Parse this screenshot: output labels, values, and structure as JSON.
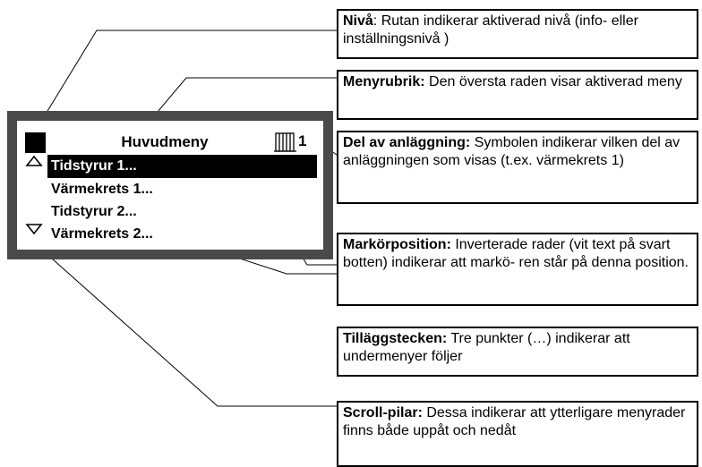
{
  "display": {
    "menu_title": "Huvudmeny",
    "plant_number": "1",
    "rows": [
      {
        "label": "Tidstyrur 1...",
        "selected": true
      },
      {
        "label": "Värmekrets 1...",
        "selected": false
      },
      {
        "label": "Tidstyrur 2...",
        "selected": false
      },
      {
        "label": "Värmekrets 2...",
        "selected": false
      }
    ]
  },
  "callouts": [
    {
      "term": "Nivå",
      "text": ": Rutan indikerar aktiverad nivå (info- eller inställningsnivå )"
    },
    {
      "term": "Menyrubrik:",
      "text": " Den översta raden visar aktiverad meny"
    },
    {
      "term": "Del av anläggning:",
      "text": " Symbolen indikerar vilken del av anläggningen som visas (t.ex. värmekrets 1)"
    },
    {
      "term": "Markörposition:",
      "text": " Inverterade rader (vit text på svart botten) indikerar att markö- ren står på denna position."
    },
    {
      "term": "Tilläggstecken:",
      "text": " Tre punkter (…) indikerar att undermenyer följer"
    },
    {
      "term": "Scroll-pilar:",
      "text": " Dessa indikerar att ytterligare menyrader finns både uppåt och nedåt"
    }
  ]
}
